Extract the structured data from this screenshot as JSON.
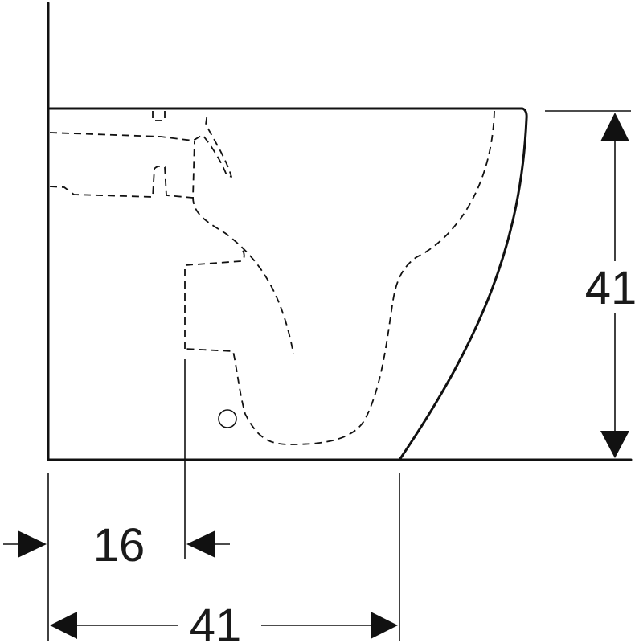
{
  "drawing": {
    "dimensions": {
      "height_label": "41",
      "depth_label": "41",
      "offset_label": "16"
    }
  }
}
